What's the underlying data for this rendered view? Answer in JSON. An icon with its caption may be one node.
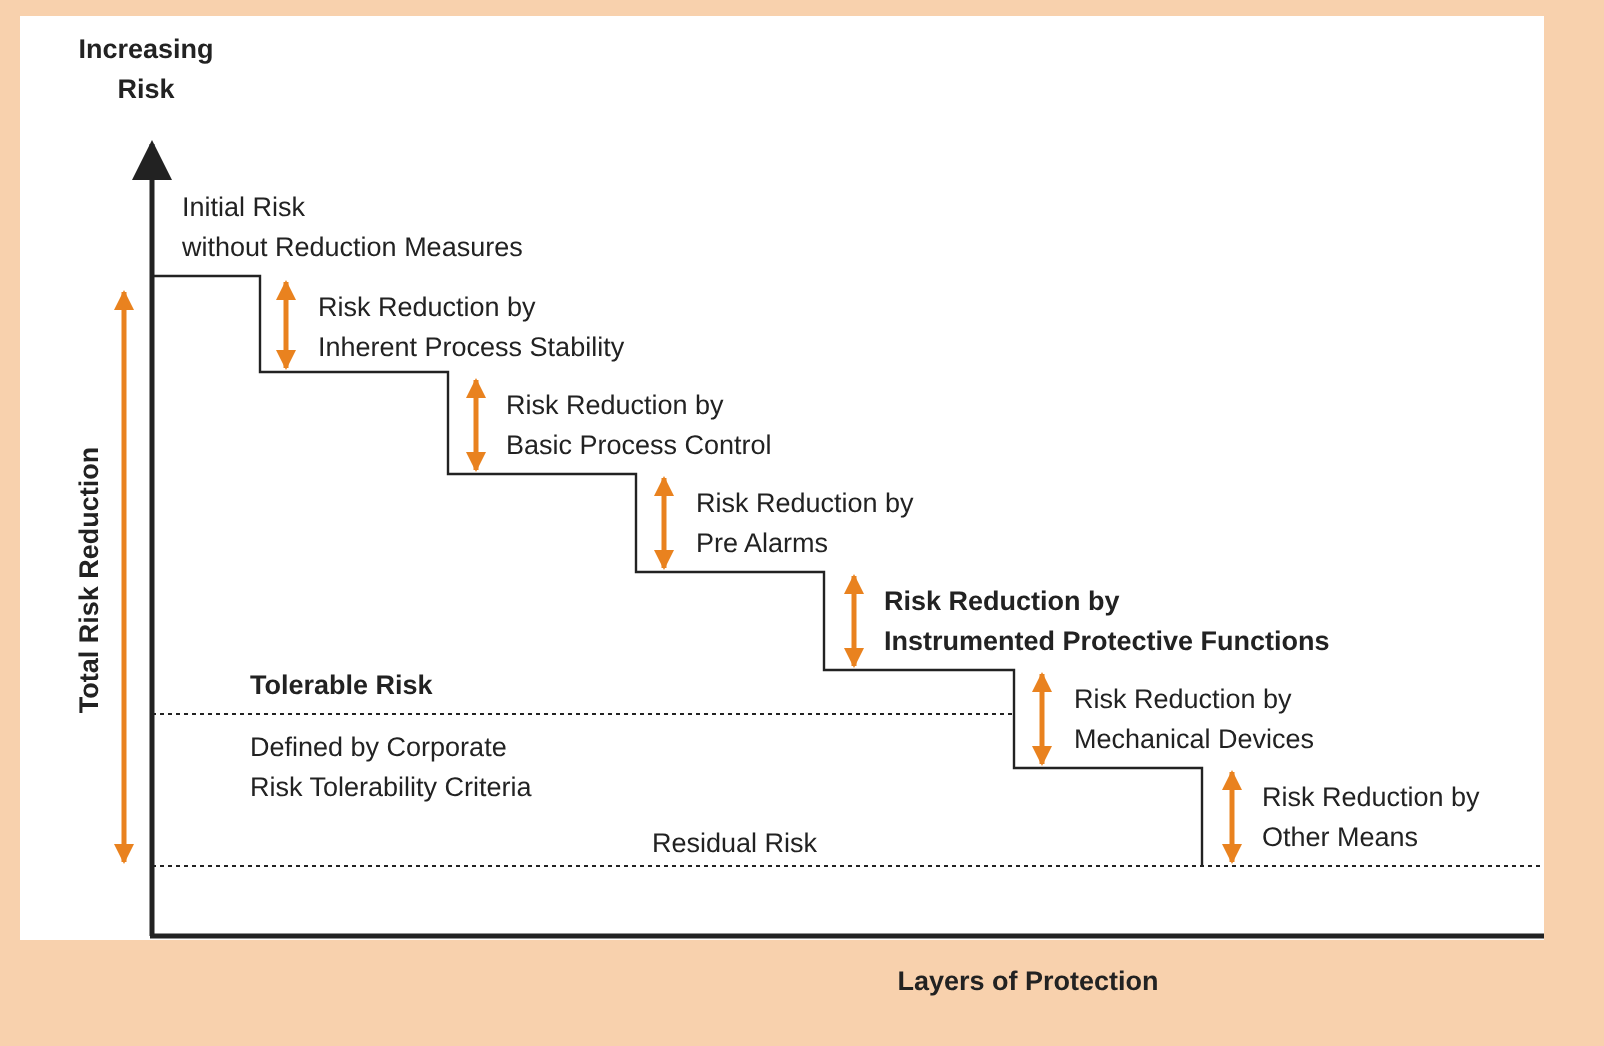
{
  "diagram": {
    "labels": [
      "Increasing Risk",
      "Initial Risk without Reduction Measures",
      "Risk Reduction by Inherent Process Stability",
      "Risk Reduction by Basic Process Control",
      "Risk Reduction by Pre Alarms",
      "Risk Reduction by Instrumented Protective Functions",
      "Risk Reduction by Mechanical Devices",
      "Risk Reduction by Other Means",
      "Tolerable Risk",
      "Defined by Corporate Risk Tolerability Criteria",
      "Residual Risk",
      "Total Risk Reduction",
      "Layers of Protection"
    ]
  }
}
